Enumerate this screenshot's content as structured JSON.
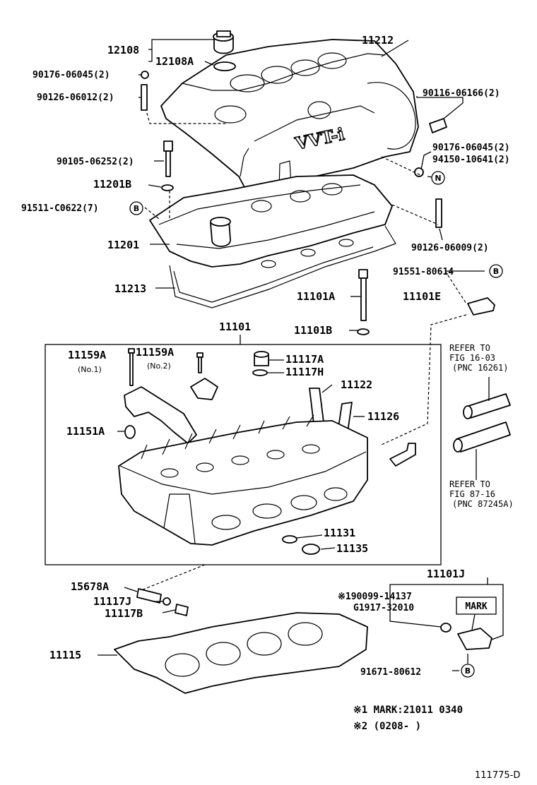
{
  "labels": {
    "p12108": "12108",
    "p12108A": "12108A",
    "p11212": "11212",
    "b90176a": "90176-06045(2)",
    "b90126a": "90126-06012(2)",
    "b90116": "90116-06166(2)",
    "b90176b": "90176-06045(2)",
    "b94150": "94150-10641(2)",
    "b90105": "90105-06252(2)",
    "p11201B": "11201B",
    "b91511": "91511-C0622(7)",
    "p11201": "11201",
    "b90126b": "90126-06009(2)",
    "b91551": "91551-80614",
    "p11213": "11213",
    "p11101A": "11101A",
    "p11101E": "11101E",
    "p11101B": "11101B",
    "p11101": "11101",
    "p11159A_1": "11159A",
    "no1": "(No.1)",
    "p11159A_2": "11159A",
    "no2": "(No.2)",
    "p11117A": "11117A",
    "p11117H": "11117H",
    "p11122": "11122",
    "p11126": "11126",
    "p11151A": "11151A",
    "p11131": "11131",
    "p11135": "11135",
    "p15678A": "15678A",
    "p11117J": "11117J",
    "p11117B": "11117B",
    "p11115": "11115",
    "p11101J": "11101J",
    "b90099": "※190099-14137",
    "bG1917": "G1917-32010",
    "mark": "MARK",
    "b91671": "91671-80612"
  },
  "circle_marks": {
    "b": "B",
    "n": "N"
  },
  "refer_top": [
    "REFER TO",
    "FIG 16-03",
    "(PNC 16261)"
  ],
  "refer_bottom": [
    "REFER TO",
    "FIG 87-16",
    "(PNC 87245A)"
  ],
  "logo_text": "VVT-i",
  "notes": {
    "note1": "※1 MARK:21011 0340",
    "note2": "※2 (0208-        )"
  },
  "figure_id": "111775-D"
}
